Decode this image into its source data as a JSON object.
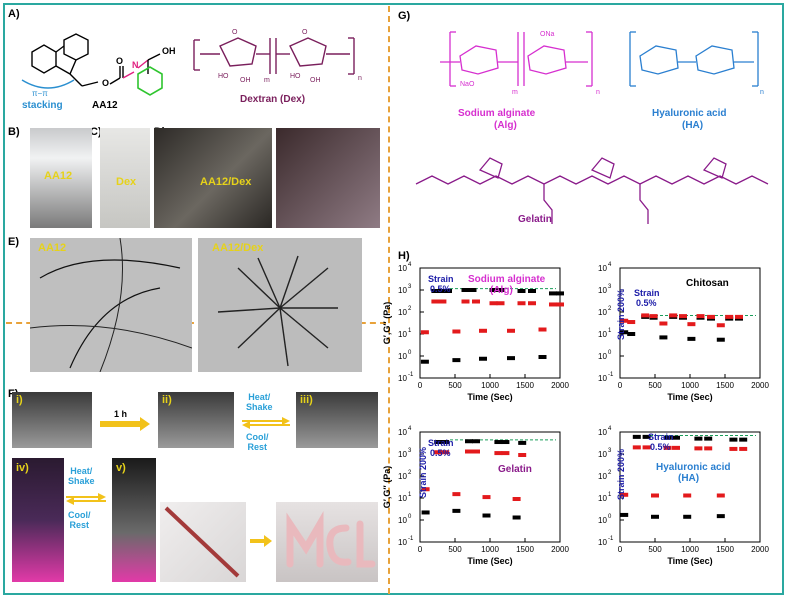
{
  "panels": {
    "A": "A)",
    "B": "B)",
    "C": "C)",
    "D": "D)",
    "E": "E)",
    "F": "F)",
    "G": "G)",
    "H": "H)"
  },
  "panelA": {
    "stacking": "stacking",
    "pi_pi": "π−π",
    "aa12": "AA12",
    "dextran": "Dextran (Dex)",
    "m": "m",
    "n": "n",
    "atoms": {
      "O": "O",
      "N": "N",
      "H": "H",
      "OH": "OH",
      "HO": "HO"
    }
  },
  "panelB": {
    "label": "AA12"
  },
  "panelC": {
    "label": "Dex"
  },
  "panelD": {
    "label": "AA12/Dex"
  },
  "panelE": {
    "left": "AA12",
    "right": "AA12/Dex"
  },
  "panelF": {
    "i": "i)",
    "ii": "ii)",
    "iii": "iii)",
    "iv": "iv)",
    "v": "v)",
    "time": "1 h",
    "heat": "Heat/\nShake",
    "cool": "Cool/\nRest"
  },
  "panelG": {
    "alginate": "Sodium alginate",
    "alg": "(Alg)",
    "ha": "Hyaluronic acid",
    "ha_abbr": "(HA)",
    "gelatin": "Gelatin",
    "ona": "ONa",
    "nao": "NaO"
  },
  "colors": {
    "magenta": "#d62fcf",
    "blue_ha": "#2a7fd0",
    "purple": "#8a1b8a",
    "dark_purple": "#7a1f5c",
    "navy": "#1c1ca8",
    "green_dash": "#1a9e5a",
    "red": "#e31a1c"
  },
  "chart_data": [
    {
      "type": "scatter",
      "title": "Sodium alginate (Alg)",
      "xlabel": "Time (Sec)",
      "ylabel": "G′,G″ (Pa)",
      "xlim": [
        0,
        2000
      ],
      "ylim_log10": [
        -1,
        4
      ],
      "xticks": [
        "0",
        "500",
        "1000",
        "1500",
        "2000"
      ],
      "yticks": [
        "10^-1",
        "10^0",
        "10^1",
        "10^2",
        "10^3",
        "10^4"
      ],
      "annotations": [
        "Strain 0.5%"
      ],
      "series": [
        {
          "name": "G′",
          "color": "#000000",
          "points": [
            [
              70,
              0.55
            ],
            [
              220,
              900
            ],
            [
              300,
              900
            ],
            [
              400,
              900
            ],
            [
              520,
              0.65
            ],
            [
              650,
              1000
            ],
            [
              750,
              1000
            ],
            [
              900,
              0.75
            ],
            [
              1050,
              1000
            ],
            [
              1150,
              1000
            ],
            [
              1300,
              0.8
            ],
            [
              1450,
              900
            ],
            [
              1600,
              900
            ],
            [
              1750,
              0.9
            ],
            [
              1900,
              700
            ],
            [
              2000,
              700
            ]
          ]
        },
        {
          "name": "G″",
          "color": "#e31a1c",
          "points": [
            [
              70,
              12
            ],
            [
              220,
              300
            ],
            [
              320,
              300
            ],
            [
              520,
              13
            ],
            [
              650,
              300
            ],
            [
              800,
              300
            ],
            [
              900,
              14
            ],
            [
              1050,
              250
            ],
            [
              1150,
              250
            ],
            [
              1300,
              14
            ],
            [
              1450,
              250
            ],
            [
              1600,
              250
            ],
            [
              1750,
              16
            ],
            [
              1900,
              220
            ],
            [
              2000,
              220
            ]
          ]
        }
      ]
    },
    {
      "type": "scatter",
      "title": "Chitosan",
      "xlabel": "Time (Sec)",
      "ylabel": "",
      "xlim": [
        0,
        2000
      ],
      "ylim_log10": [
        -1,
        4
      ],
      "xticks": [
        "0",
        "500",
        "1000",
        "1500",
        "2000"
      ],
      "yticks": [
        "10^-1",
        "10^0",
        "10^1",
        "10^2",
        "10^3",
        "10^4"
      ],
      "annotations": [
        "Strain 0.5%",
        "Strain 200%"
      ],
      "series": [
        {
          "name": "G′",
          "color": "#000000",
          "points": [
            [
              60,
              12
            ],
            [
              160,
              10
            ],
            [
              360,
              60
            ],
            [
              480,
              55
            ],
            [
              620,
              7
            ],
            [
              760,
              60
            ],
            [
              900,
              55
            ],
            [
              1020,
              6
            ],
            [
              1150,
              55
            ],
            [
              1300,
              50
            ],
            [
              1440,
              5.5
            ],
            [
              1560,
              50
            ],
            [
              1700,
              50
            ]
          ]
        },
        {
          "name": "G″",
          "color": "#e31a1c",
          "points": [
            [
              60,
              40
            ],
            [
              160,
              35
            ],
            [
              360,
              70
            ],
            [
              480,
              65
            ],
            [
              620,
              30
            ],
            [
              760,
              70
            ],
            [
              900,
              65
            ],
            [
              1020,
              28
            ],
            [
              1150,
              65
            ],
            [
              1300,
              60
            ],
            [
              1440,
              25
            ],
            [
              1560,
              60
            ],
            [
              1700,
              60
            ]
          ]
        }
      ]
    },
    {
      "type": "scatter",
      "title": "Gelatin",
      "xlabel": "Time (Sec)",
      "ylabel": "G′,G″ (Pa)",
      "xlim": [
        0,
        2000
      ],
      "ylim_log10": [
        -1,
        4
      ],
      "xticks": [
        "0",
        "500",
        "1000",
        "1500",
        "2000"
      ],
      "yticks": [
        "10^-1",
        "10^0",
        "10^1",
        "10^2",
        "10^3",
        "10^4"
      ],
      "annotations": [
        "Strain 0.5%",
        "Strain 200%"
      ],
      "series": [
        {
          "name": "G′",
          "color": "#000000",
          "points": [
            [
              80,
              2.2
            ],
            [
              260,
              3500
            ],
            [
              360,
              3500
            ],
            [
              520,
              2.6
            ],
            [
              700,
              3800
            ],
            [
              800,
              3800
            ],
            [
              950,
              1.6
            ],
            [
              1120,
              3500
            ],
            [
              1220,
              3500
            ],
            [
              1380,
              1.3
            ],
            [
              1460,
              3200
            ]
          ]
        },
        {
          "name": "G″",
          "color": "#e31a1c",
          "points": [
            [
              80,
              25
            ],
            [
              260,
              1200
            ],
            [
              360,
              1200
            ],
            [
              520,
              15
            ],
            [
              700,
              1300
            ],
            [
              800,
              1300
            ],
            [
              950,
              11
            ],
            [
              1120,
              1100
            ],
            [
              1220,
              1100
            ],
            [
              1380,
              9
            ],
            [
              1460,
              900
            ]
          ]
        }
      ]
    },
    {
      "type": "scatter",
      "title": "Hyaluronic acid (HA)",
      "xlabel": "Time (Sec)",
      "ylabel": "",
      "xlim": [
        0,
        2000
      ],
      "ylim_log10": [
        -1,
        4
      ],
      "xticks": [
        "0",
        "500",
        "1000",
        "1500",
        "2000"
      ],
      "yticks": [
        "10^-1",
        "10^0",
        "10^1",
        "10^2",
        "10^3",
        "10^4"
      ],
      "annotations": [
        "Strain 0.5%",
        "Strain 200%"
      ],
      "series": [
        {
          "name": "G′",
          "color": "#000000",
          "points": [
            [
              60,
              1.7
            ],
            [
              240,
              6000
            ],
            [
              380,
              6000
            ],
            [
              500,
              1.4
            ],
            [
              680,
              5500
            ],
            [
              800,
              5500
            ],
            [
              960,
              1.4
            ],
            [
              1120,
              5000
            ],
            [
              1260,
              5000
            ],
            [
              1440,
              1.5
            ],
            [
              1620,
              4500
            ],
            [
              1760,
              4500
            ]
          ]
        },
        {
          "name": "G″",
          "color": "#e31a1c",
          "points": [
            [
              60,
              14
            ],
            [
              240,
              2000
            ],
            [
              380,
              2000
            ],
            [
              500,
              13
            ],
            [
              680,
              1900
            ],
            [
              800,
              1900
            ],
            [
              960,
              13
            ],
            [
              1120,
              1800
            ],
            [
              1260,
              1800
            ],
            [
              1440,
              13
            ],
            [
              1620,
              1700
            ],
            [
              1760,
              1700
            ]
          ]
        }
      ]
    }
  ]
}
